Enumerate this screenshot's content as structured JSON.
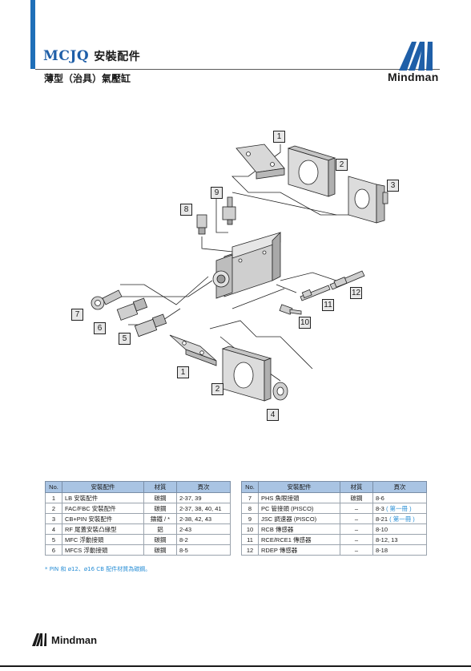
{
  "header": {
    "title_en": "MCJQ",
    "title_zh": "安裝配件",
    "subtitle": "薄型（治具）氣壓缸",
    "brand": "Mindman"
  },
  "callouts": [
    "1",
    "2",
    "3",
    "8",
    "9",
    "7",
    "6",
    "5",
    "11",
    "12",
    "10",
    "1",
    "2",
    "4"
  ],
  "table_left": {
    "headers": [
      "No.",
      "安裝配件",
      "材質",
      "頁次"
    ],
    "rows": [
      {
        "no": "1",
        "name": "LB 安裝配件",
        "material": "碳鋼",
        "page": "2-37, 39",
        "page_note": ""
      },
      {
        "no": "2",
        "name": "FAC/FBC 安裝配件",
        "material": "碳鋼",
        "page": "2-37, 38, 40, 41",
        "page_note": ""
      },
      {
        "no": "3",
        "name": "CB+PIN 安裝配件",
        "material": "鑄鐵 / *",
        "page": "2-38, 42, 43",
        "page_note": ""
      },
      {
        "no": "4",
        "name": "RF 尾蓋安裝凸緣型",
        "material": "鋁",
        "page": "2-43",
        "page_note": ""
      },
      {
        "no": "5",
        "name": "MFC 浮動接頭",
        "material": "碳鋼",
        "page": "8-2",
        "page_note": ""
      },
      {
        "no": "6",
        "name": "MFCS 浮動接頭",
        "material": "碳鋼",
        "page": "8-5",
        "page_note": ""
      }
    ]
  },
  "table_right": {
    "headers": [
      "No.",
      "安裝配件",
      "材質",
      "頁次"
    ],
    "rows": [
      {
        "no": "7",
        "name": "PHS 魚眼接頭",
        "material": "碳鋼",
        "page": "8-6",
        "page_note": ""
      },
      {
        "no": "8",
        "name": "PC 管接頭 (PISCO)",
        "material": "–",
        "page": "8-3",
        "page_note": "( 第一冊 )"
      },
      {
        "no": "9",
        "name": "JSC 調速器 (PISCO)",
        "material": "–",
        "page": "8-21",
        "page_note": "( 第一冊 )"
      },
      {
        "no": "10",
        "name": "RCB 傳感器",
        "material": "–",
        "page": "8-10",
        "page_note": ""
      },
      {
        "no": "11",
        "name": "RCE/RCE1 傳感器",
        "material": "–",
        "page": "8-12, 13",
        "page_note": ""
      },
      {
        "no": "12",
        "name": "RDEP 傳感器",
        "material": "–",
        "page": "8-18",
        "page_note": ""
      }
    ]
  },
  "footnote": "* PIN 和 ø12、ø16 CB 配件材質為碳鋼。",
  "footer": {
    "brand": "Mindman"
  }
}
